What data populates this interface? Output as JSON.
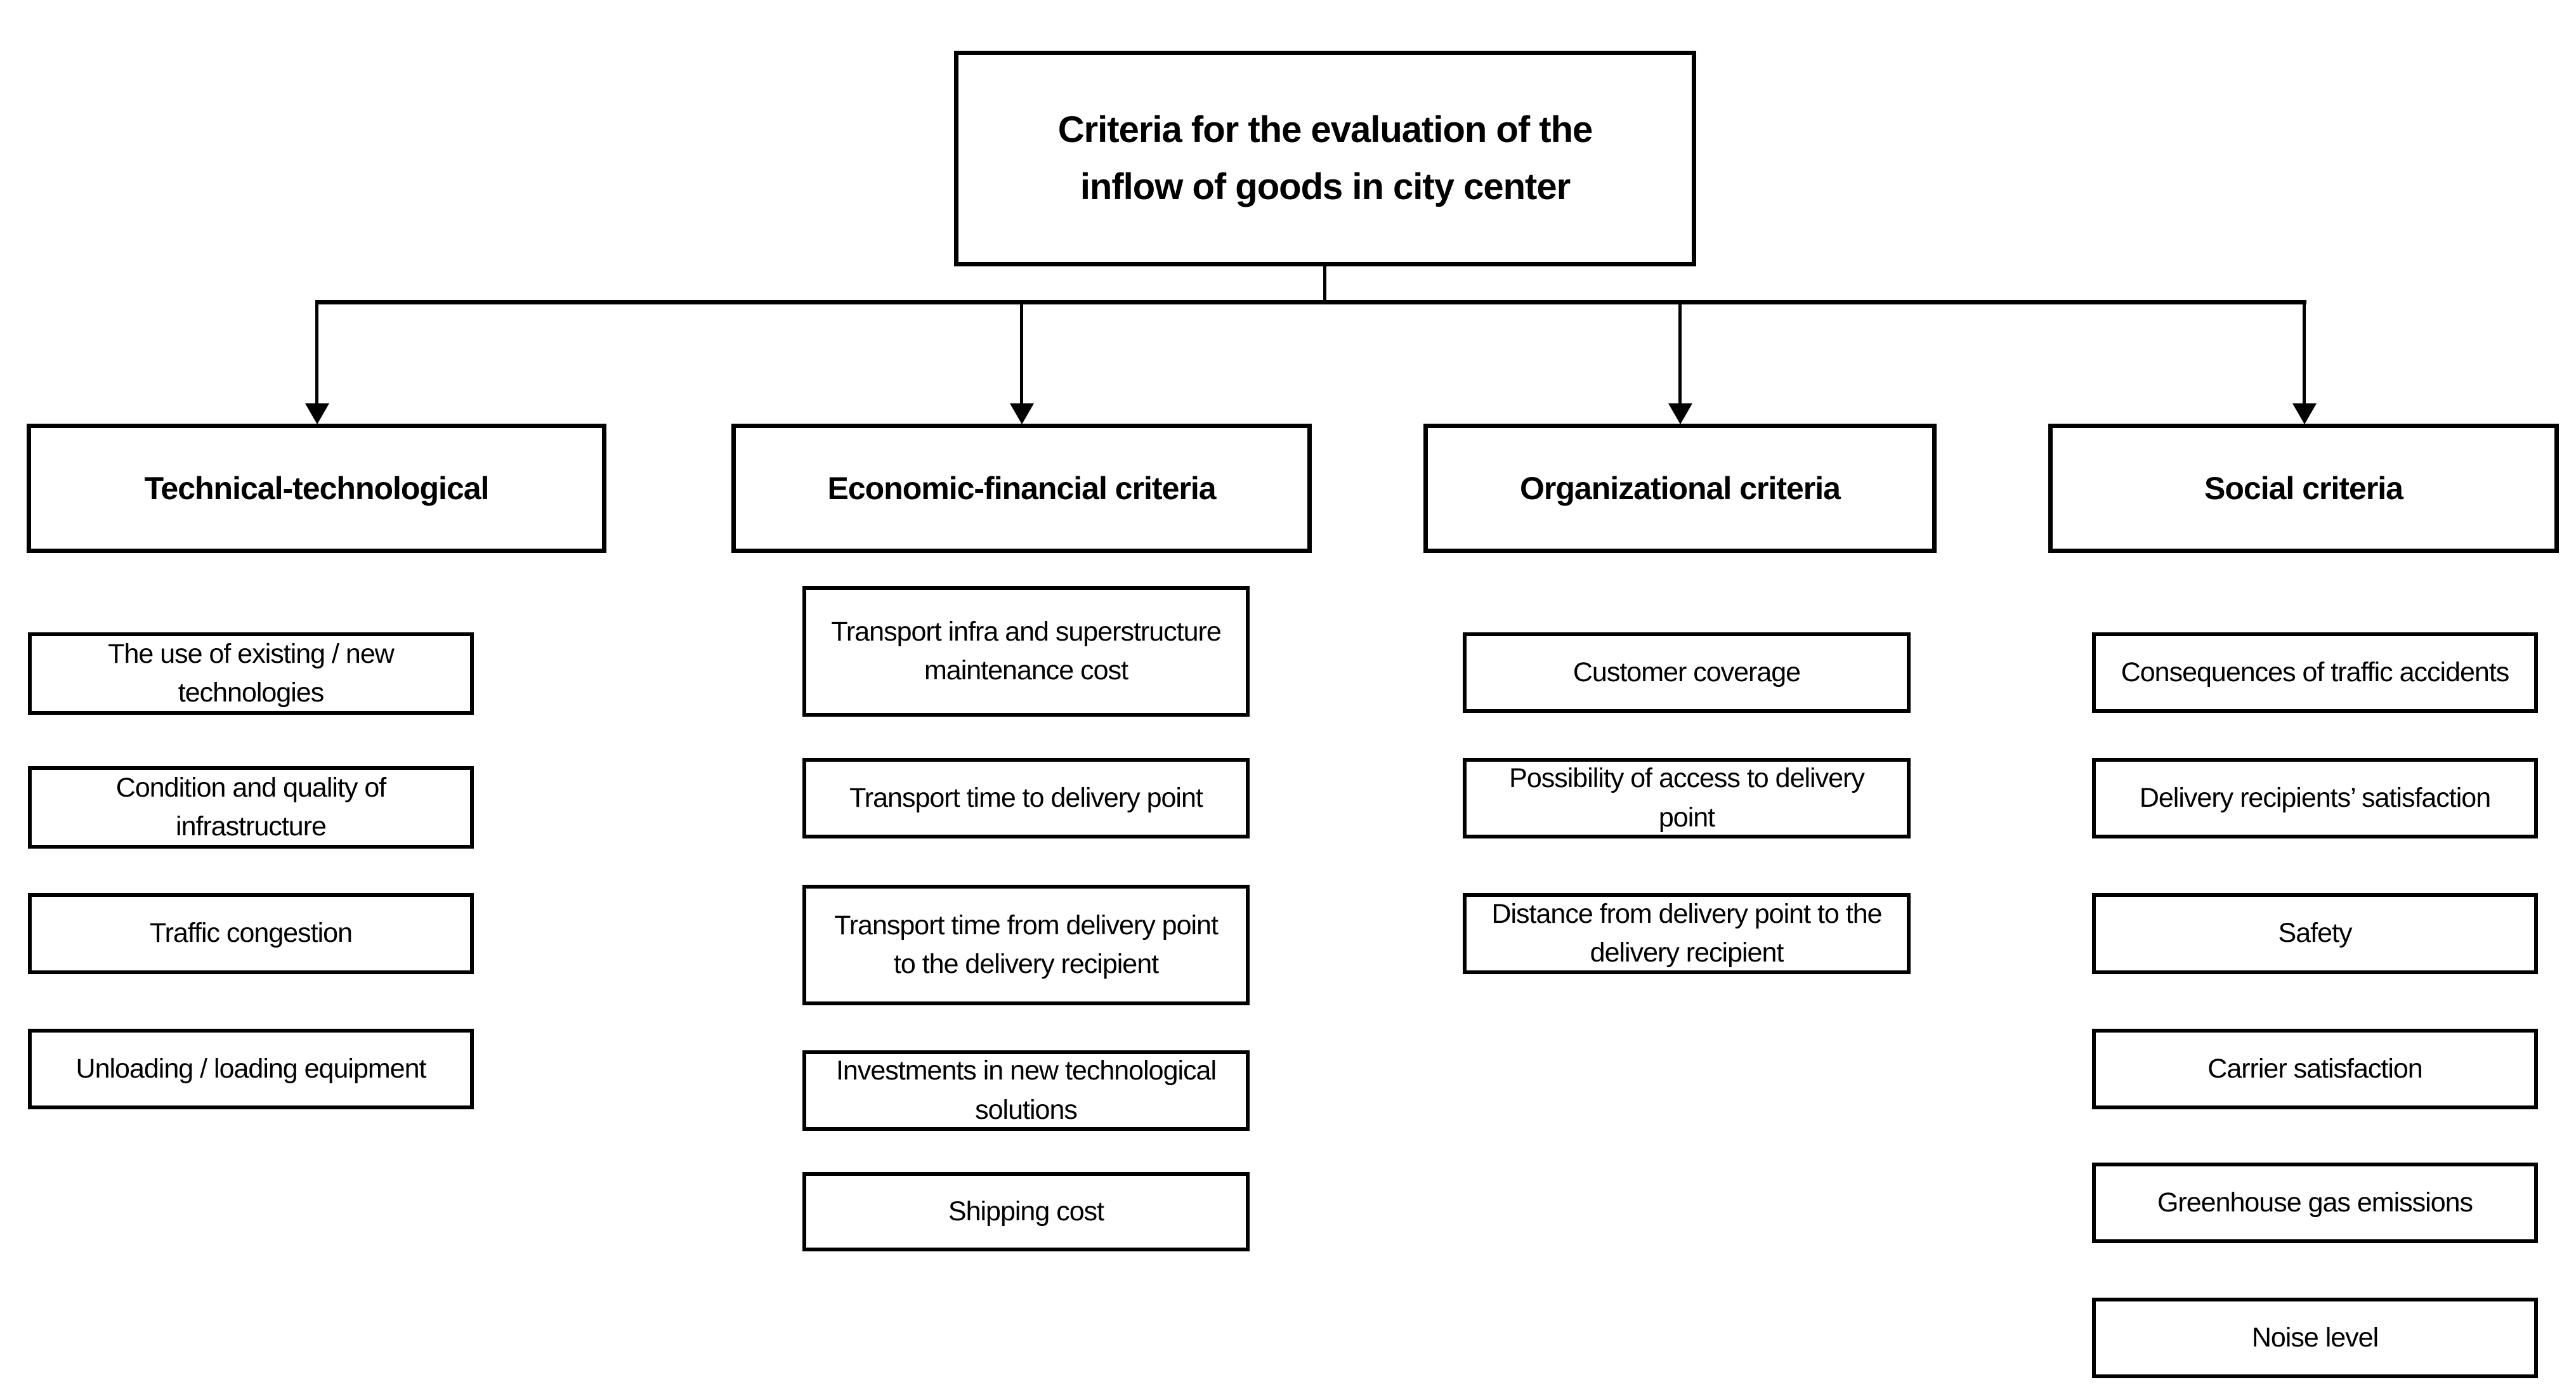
{
  "root": {
    "title": "Criteria for the evaluation of the inflow of goods in city center"
  },
  "columns": [
    {
      "header": "Technical-technological",
      "items": [
        "The use of existing / new technologies",
        "Condition and quality of infrastructure",
        "Traffic congestion",
        "Unloading / loading equipment"
      ]
    },
    {
      "header": "Economic-financial criteria",
      "items": [
        "Transport infra and superstructure maintenance cost",
        "Transport time to delivery point",
        "Transport time from delivery point to the delivery recipient",
        "Investments in new technological solutions",
        "Shipping cost"
      ]
    },
    {
      "header": "Organizational criteria",
      "items": [
        "Customer coverage",
        "Possibility of access to delivery point",
        "Distance from delivery point to the delivery recipient"
      ]
    },
    {
      "header": "Social criteria",
      "items": [
        "Consequences of traffic accidents",
        "Delivery recipients’ satisfaction",
        "Safety",
        "Carrier satisfaction",
        "Greenhouse gas emissions",
        "Noise level"
      ]
    }
  ],
  "connectors": {
    "arrowhead_style": "filled-down-triangle",
    "line_color": "#000000"
  },
  "colors": {
    "background": "#ffffff",
    "box_fill": "#ffffff",
    "border": "#000000",
    "text": "#000000"
  }
}
